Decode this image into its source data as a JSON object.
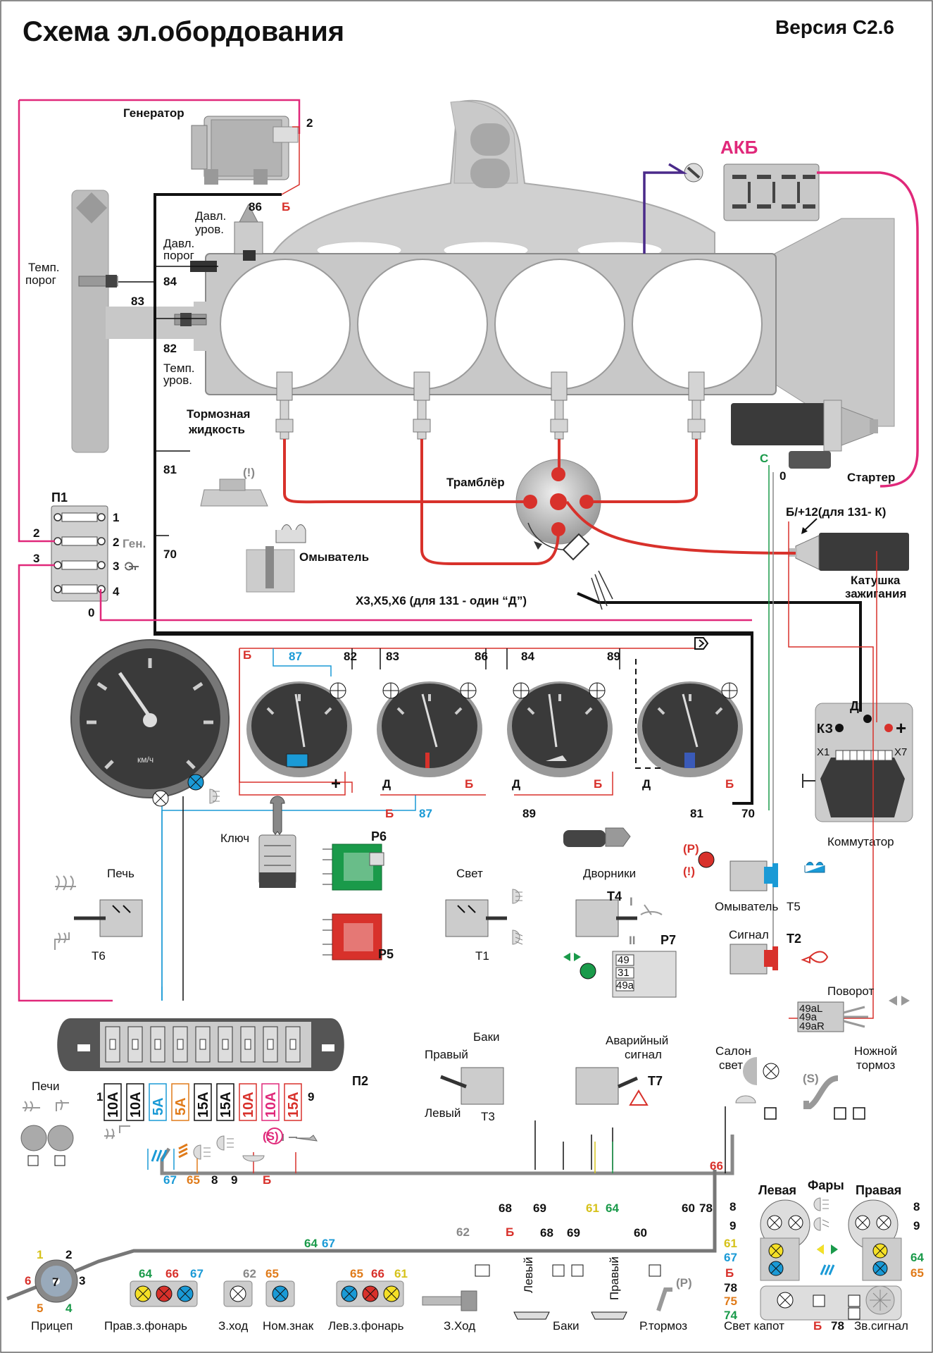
{
  "title": "Схема эл.обордования",
  "version": "Версия С2.6",
  "colors": {
    "engine_gray": "#c8c8c8",
    "engine_stroke": "#8a8a8a",
    "wire_black": "#111111",
    "wire_red": "#d8312b",
    "wire_pink": "#e0287a",
    "wire_blue": "#1a9ad6",
    "wire_green": "#1a9a4a",
    "wire_orange": "#e07b1a",
    "wire_yellow": "#d6c21a",
    "wire_purple": "#4a2a8a",
    "gauge_dark": "#555555"
  },
  "engine_bay": {
    "generator": "Генератор",
    "generator_wire": "2",
    "akb": "АКБ",
    "starter": "Стартер",
    "starter_wire_0": "0",
    "starter_wire_c": "С",
    "distributor": "Трамблёр",
    "ignition_coil_line1": "Катушка",
    "ignition_coil_line2": "зажигания",
    "coil_supply": "Б/+12(для 131- К)",
    "hall_sensor_note": "Х3,Х5,Х6 (для 131 - один “Д”)",
    "oil_pressure_level_line1": "Давл.",
    "oil_pressure_level_line2": "уров.",
    "oil_pressure_thr_line1": "Давл.",
    "oil_pressure_thr_line2": "порог",
    "temp_thr_line1": "Темп.",
    "temp_thr_line2": "порог",
    "temp_level_line1": "Темп.",
    "temp_level_line2": "уров.",
    "brake_fluid_line1": "Тормозная",
    "brake_fluid_line2": "жидкость",
    "washer": "Омыватель",
    "wire_86": "86",
    "wire_b": "Б",
    "wire_84": "84",
    "wire_83": "83",
    "wire_82": "82",
    "wire_81": "81",
    "wire_70": "70",
    "warning_mark": "(!)"
  },
  "fuse_block_p1": {
    "label": "П1",
    "left_wires": [
      "2",
      "3"
    ],
    "pins": [
      "1",
      "2",
      "3",
      "4"
    ],
    "gen_label": "Ген.",
    "bottom_wire": "0"
  },
  "commutator": {
    "label": "Коммутатор",
    "pin_kz": "КЗ",
    "pin_d": "Д",
    "pin_plus": "+",
    "x1": "Х1",
    "x7": "Х7"
  },
  "gauges": {
    "speedometer_unit": "км/ч",
    "wire_labels_top": [
      "Б",
      "87",
      "82",
      "83",
      "86",
      "84",
      "89"
    ],
    "gauge_bottom_labels": [
      "+",
      "Д",
      "Б",
      "Д",
      "Б",
      "Д",
      "Б"
    ],
    "bus_labels": [
      "Б",
      "87",
      "89",
      "81",
      "70"
    ]
  },
  "switches": {
    "key": "Ключ",
    "relay_p6": "Р6",
    "relay_p5": "Р5",
    "heater": "Печь",
    "t6": "Т6",
    "light": "Свет",
    "t1": "Т1",
    "wipers": "Дворники",
    "t4": "Т4",
    "relay_p7": "Р7",
    "p7_pins": [
      "49",
      "31",
      "49а"
    ],
    "washer_switch": "Омыватель",
    "t5": "Т5",
    "horn": "Сигнал",
    "t2": "Т2",
    "turn": "Поворот",
    "turn_pins": [
      "49аL",
      "49а",
      "49аR"
    ],
    "hazard_line1": "Аварийный",
    "hazard_line2": "сигнал",
    "t7": "Т7",
    "tanks_label": "Баки",
    "tank_right": "Правый",
    "tank_left": "Левый",
    "t3": "Т3",
    "interior_line1": "Салон",
    "interior_line2": "свет",
    "footbrake_line1": "Ножной",
    "footbrake_line2": "тормоз",
    "p_mark": "(Р)",
    "s_mark": "(S)",
    "warning_mark": "(!)",
    "roman_1": "I",
    "roman_2": "II"
  },
  "fuse_block_p2": {
    "label": "П2",
    "first": "1",
    "last": "9",
    "fuses": [
      {
        "rating": "10A",
        "color": "#111111"
      },
      {
        "rating": "10A",
        "color": "#111111"
      },
      {
        "rating": "5A",
        "color": "#1a9ad6"
      },
      {
        "rating": "5A",
        "color": "#e07b1a"
      },
      {
        "rating": "15A",
        "color": "#111111"
      },
      {
        "rating": "15A",
        "color": "#111111"
      },
      {
        "rating": "10A",
        "color": "#d8312b"
      },
      {
        "rating": "10A",
        "color": "#e0287a"
      },
      {
        "rating": "15A",
        "color": "#d8312b"
      }
    ],
    "heaters": "Печи",
    "bottom_wires": [
      "67",
      "65",
      "8",
      "9",
      "Б"
    ]
  },
  "harness": {
    "wire_66": "66",
    "bus_numbers": [
      "68",
      "69",
      "61",
      "64",
      "60",
      "78"
    ],
    "left_group": [
      "64",
      "66",
      "67",
      "62",
      "65",
      "64",
      "67",
      "65",
      "66",
      "61"
    ],
    "trailer_pins": [
      "1",
      "2",
      "3",
      "4",
      "5",
      "6",
      "7"
    ],
    "wire_62": "62",
    "wire_b": "Б",
    "wire_68": "68",
    "wire_69": "69",
    "wire_60": "60",
    "tank_left_v": "Левый",
    "tank_right_v": "Правый",
    "p_mark": "(Р)"
  },
  "headlights": {
    "left": "Левая",
    "title": "Фары",
    "right": "Правая",
    "left_wires": [
      "8",
      "9",
      "61",
      "67",
      "Б",
      "78",
      "75",
      "74"
    ],
    "right_wires": [
      "8",
      "9",
      "64",
      "65"
    ],
    "bottom_b": "Б",
    "bottom_78": "78"
  },
  "bottom_labels": {
    "trailer": "Прицеп",
    "rear_right": "Прав.з.фонарь",
    "reverse": "З.ход",
    "plate": "Ном.знак",
    "rear_left": "Лев.з.фонарь",
    "reverse_switch": "З.Ход",
    "tanks": "Баки",
    "parking_brake": "Р.тормоз",
    "hood_light": "Свет капот",
    "horn": "Зв.сигнал"
  }
}
